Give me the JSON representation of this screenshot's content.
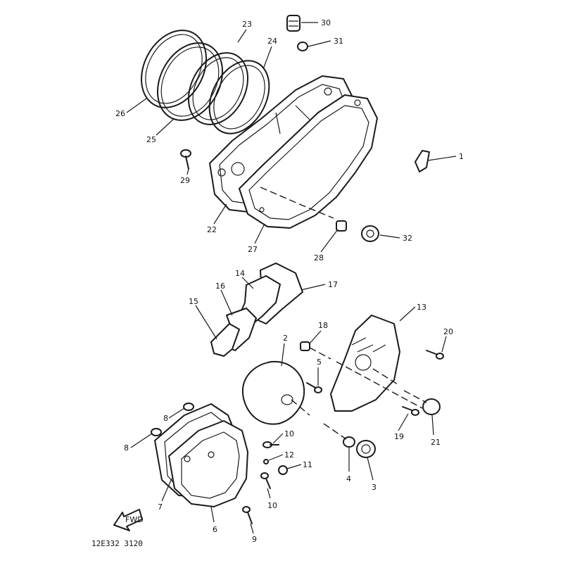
{
  "diagram": {
    "code": "12E332 3120",
    "arrow_text": "FWD",
    "labels": [
      {
        "id": "p1",
        "text": "1"
      },
      {
        "id": "p2",
        "text": "2"
      },
      {
        "id": "p3",
        "text": "3"
      },
      {
        "id": "p4",
        "text": "4"
      },
      {
        "id": "p5",
        "text": "5"
      },
      {
        "id": "p6",
        "text": "6"
      },
      {
        "id": "p7",
        "text": "7"
      },
      {
        "id": "p8a",
        "text": "8"
      },
      {
        "id": "p8b",
        "text": "8"
      },
      {
        "id": "p9",
        "text": "9"
      },
      {
        "id": "p10a",
        "text": "10"
      },
      {
        "id": "p10b",
        "text": "10"
      },
      {
        "id": "p11",
        "text": "11"
      },
      {
        "id": "p12",
        "text": "12"
      },
      {
        "id": "p13",
        "text": "13"
      },
      {
        "id": "p14",
        "text": "14"
      },
      {
        "id": "p15",
        "text": "15"
      },
      {
        "id": "p16",
        "text": "16"
      },
      {
        "id": "p17",
        "text": "17"
      },
      {
        "id": "p18",
        "text": "18"
      },
      {
        "id": "p19",
        "text": "19"
      },
      {
        "id": "p20",
        "text": "20"
      },
      {
        "id": "p21",
        "text": "21"
      },
      {
        "id": "p22",
        "text": "22"
      },
      {
        "id": "p23",
        "text": "23"
      },
      {
        "id": "p24",
        "text": "24"
      },
      {
        "id": "p25",
        "text": "25"
      },
      {
        "id": "p26",
        "text": "26"
      },
      {
        "id": "p27",
        "text": "27"
      },
      {
        "id": "p28",
        "text": "28"
      },
      {
        "id": "p29",
        "text": "29"
      },
      {
        "id": "p30",
        "text": "30"
      },
      {
        "id": "p31",
        "text": "31"
      },
      {
        "id": "p32",
        "text": "32"
      }
    ]
  }
}
